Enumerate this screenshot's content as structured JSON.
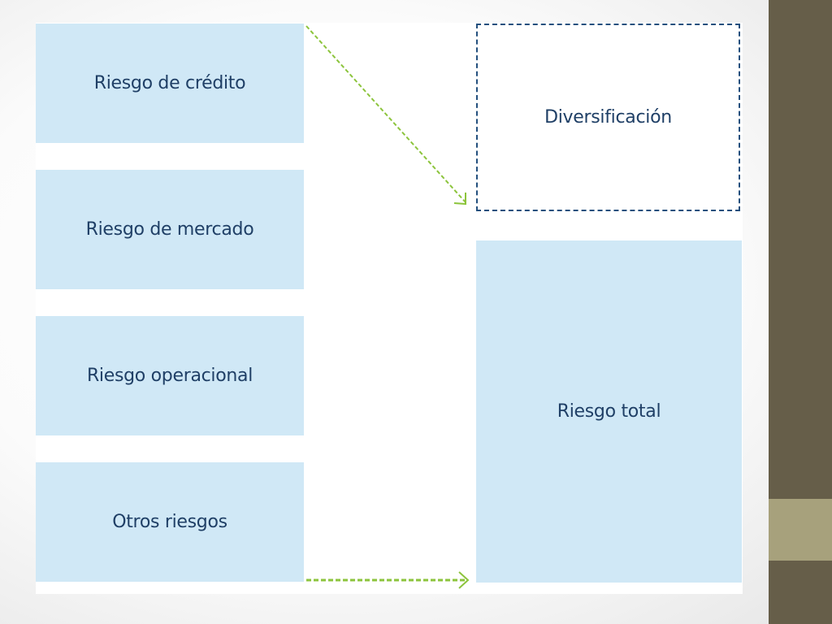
{
  "colors": {
    "box_fill": "#d0e8f6",
    "text": "#1f3f66",
    "dashed_border": "#24507e",
    "arrow": "#8cc43c",
    "sidebar_dark": "#665e49",
    "sidebar_accent": "#a7a17c"
  },
  "diagram": {
    "risk_boxes": [
      {
        "label": "Riesgo de crédito"
      },
      {
        "label": "Riesgo de mercado"
      },
      {
        "label": "Riesgo operacional"
      },
      {
        "label": "Otros riesgos"
      }
    ],
    "diversification": {
      "label": "Diversificación"
    },
    "total": {
      "label": "Riesgo total"
    }
  }
}
